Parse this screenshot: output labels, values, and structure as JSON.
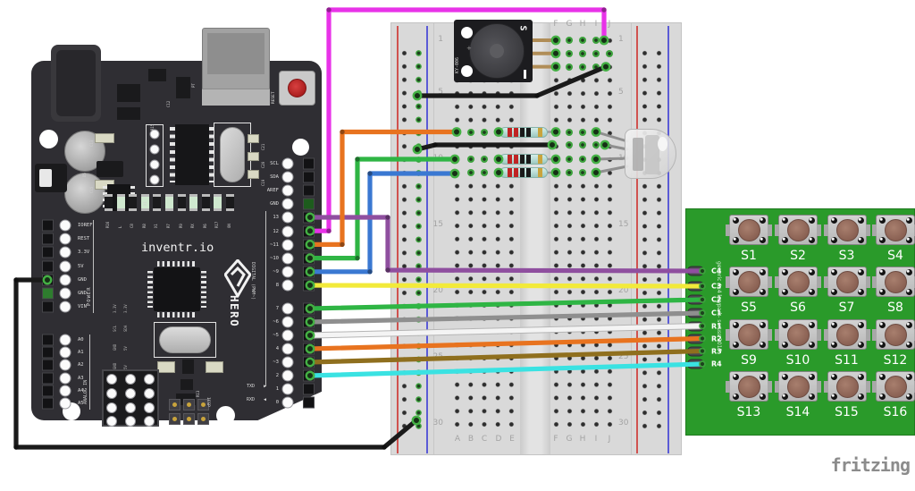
{
  "app": {
    "watermark": "fritzing"
  },
  "arduino": {
    "brand": "inventr.io",
    "model": "HERO",
    "reset_label": "RESET",
    "power_section": "POWER",
    "analog_section": "ANALOG IN",
    "digital_section": "DIGITAL (PWM~)",
    "power_pins": [
      "IOREF",
      "REST",
      "3.3V",
      "5V",
      "GND",
      "GND",
      "VIN"
    ],
    "analog_pins": [
      "A0",
      "A1",
      "A2",
      "A3",
      "A4",
      "A5"
    ],
    "digital_pins_top": [
      "SCL",
      "SDA",
      "AREF",
      "GND",
      "13",
      "12",
      "~11",
      "~10",
      "~9",
      "8"
    ],
    "digital_pins_bottom": [
      "7",
      "~6",
      "~5",
      "4",
      "~3",
      "2",
      "1",
      "0"
    ],
    "tx_label": "TXD",
    "rx_label": "RXD",
    "tx_arrow": "▶",
    "rx_arrow": "◀",
    "icsp_label": "ICSP",
    "component_labels": [
      "R16",
      "L",
      "C8",
      "R8",
      "X1",
      "R7",
      "R9",
      "RX",
      "R6",
      "R17",
      "ON"
    ],
    "silk_labels": [
      "C13",
      "C15",
      "D5",
      "X1",
      "R15",
      "C21",
      "C20",
      "C19",
      "R13",
      "PT",
      "C12"
    ],
    "mid_labels_col1": [
      "3.3V",
      "SCL",
      "GND",
      "GND"
    ],
    "mid_labels_col2": [
      "3.3V",
      "SDA",
      "5V",
      "5V"
    ],
    "pcb_color": "#2f2e33"
  },
  "breadboard": {
    "row_numbers": [
      "1",
      "5",
      "10",
      "15",
      "20",
      "25",
      "30"
    ],
    "column_letters": [
      "A",
      "B",
      "C",
      "D",
      "E",
      "F",
      "G",
      "H",
      "I",
      "J"
    ],
    "body_color": "#d9d9d9",
    "rail_positive_color": "#d0524f",
    "rail_negative_color": "#5b5bd6",
    "connected_hole_color": "#3da23d"
  },
  "buzzer": {
    "model": "KY-006",
    "positive_mark": "S",
    "negative_mark": "-"
  },
  "resistors": {
    "count": 3,
    "body_color": "#bfe0da",
    "bands": [
      "#c02424",
      "#c02424",
      "#1a1a1a",
      "#1a1a1a",
      "#c9a43c"
    ]
  },
  "led": {
    "type": "rgb-led",
    "body_color": "#e8e8e8"
  },
  "keypad": {
    "buttons": [
      "S1",
      "S2",
      "S3",
      "S4",
      "S5",
      "S6",
      "S7",
      "S8",
      "S9",
      "S10",
      "S11",
      "S12",
      "S13",
      "S14",
      "S15",
      "S16"
    ],
    "pins": [
      {
        "label": "C4"
      },
      {
        "label": "C3"
      },
      {
        "label": "C2"
      },
      {
        "label": "C1"
      },
      {
        "label": "R1"
      },
      {
        "label": "R2"
      },
      {
        "label": "R3"
      },
      {
        "label": "R4"
      }
    ],
    "silkscreen": "generic 4x4 keypad - scruss 2017",
    "pcb_color": "#2a9a2a"
  },
  "wires": [
    {
      "name": "gnd-loop",
      "color": "#1a1a1a"
    },
    {
      "name": "rail-to-buzzer",
      "color": "#1a1a1a"
    },
    {
      "name": "rail-to-led-cathode",
      "color": "#1a1a1a"
    },
    {
      "name": "pin12-buzzer",
      "color": "#e832e8"
    },
    {
      "name": "pin10-led-green",
      "color": "#2fb544"
    },
    {
      "name": "pin9-led-blue",
      "color": "#3a78d2"
    },
    {
      "name": "pin13-keypad-c4",
      "color": "#8f4f9f"
    },
    {
      "name": "pin11-led-red",
      "color": "#e8731f"
    },
    {
      "name": "pin8-keypad-c3",
      "color": "#f2ea3a"
    },
    {
      "name": "pin7-keypad-c2",
      "color": "#2fb544"
    },
    {
      "name": "pin6-keypad-c1",
      "color": "#8f8f8f"
    },
    {
      "name": "pin5-keypad-r1",
      "color": "#f4f4f4"
    },
    {
      "name": "pin4-keypad-r2",
      "color": "#e8731f"
    },
    {
      "name": "pin3-keypad-r3",
      "color": "#8f6f1e"
    },
    {
      "name": "pin2-keypad-r4",
      "color": "#3ae2e2"
    }
  ]
}
